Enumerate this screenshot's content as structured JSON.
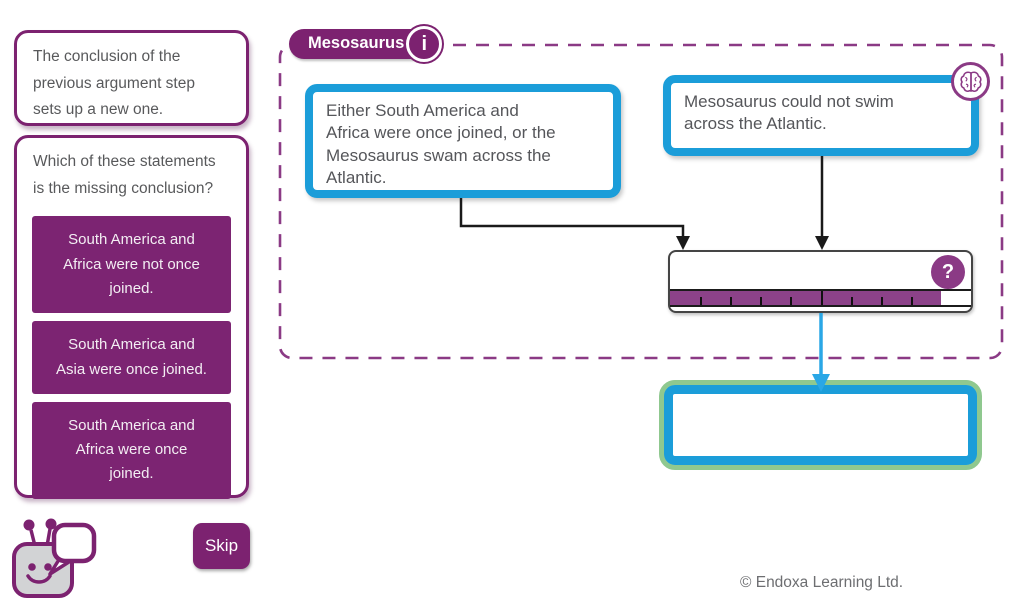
{
  "sidebar": {
    "hint": "The conclusion of the\nprevious argument step\nsets up a new one.",
    "question": "Which of these statements\nis the missing conclusion?",
    "options": [
      {
        "label": "South America and\nAfrica were not once\njoined."
      },
      {
        "label": "South America and\nAsia were once joined."
      },
      {
        "label": "South America and\nAfrica were once\njoined."
      }
    ],
    "skip_label": "Skip",
    "mascot_icon": "robot-mascot-icon"
  },
  "diagram": {
    "title": "Mesosaurus",
    "info_glyph": "i",
    "info_icon": "info-icon",
    "brain_icon": "brain-icon",
    "question_glyph": "?",
    "question_icon": "question-mark-icon",
    "premises": [
      {
        "text": "Either South America and\nAfrica were once joined, or the\nMesosaurus swam across the\nAtlantic."
      },
      {
        "text": "Mesosaurus could not swim\nacross the Atlantic."
      }
    ],
    "progress_percent": 90
  },
  "colors": {
    "purple_primary": "#7c2270",
    "purple_mid": "#8b3a85",
    "bar_purple": "#8c4289",
    "blue_border": "#1b9dd9",
    "arrow_blue": "#2aa7e6",
    "green_highlight": "#8fc88f",
    "text_gray": "#58595b"
  },
  "footer": {
    "copyright": "© Endoxa Learning Ltd."
  }
}
